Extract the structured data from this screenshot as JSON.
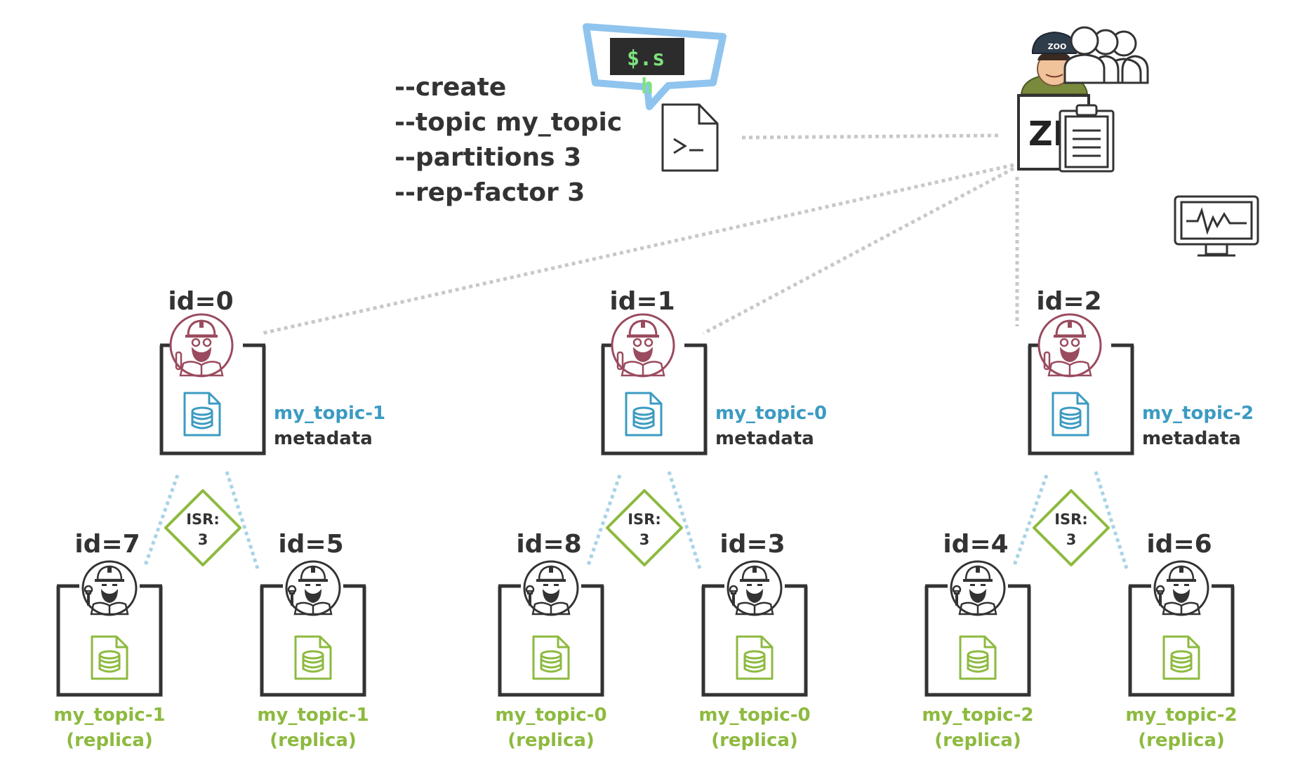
{
  "command": {
    "prompt": "$.s",
    "prompt_overflow": "h",
    "lines": [
      "--create",
      "--topic my_topic",
      "--partitions 3",
      "--rep-factor 3"
    ]
  },
  "zookeeper": {
    "label": "ZK",
    "cap_text": "ZOO"
  },
  "brokers": [
    {
      "id_label": "id=0",
      "topic": "my_topic-1",
      "meta": "metadata",
      "isr": {
        "title": "ISR:",
        "value": "3"
      },
      "replicas": [
        {
          "id_label": "id=7",
          "topic": "my_topic-1",
          "suffix": "(replica)"
        },
        {
          "id_label": "id=5",
          "topic": "my_topic-1",
          "suffix": "(replica)"
        }
      ]
    },
    {
      "id_label": "id=1",
      "topic": "my_topic-0",
      "meta": "metadata",
      "isr": {
        "title": "ISR:",
        "value": "3"
      },
      "replicas": [
        {
          "id_label": "id=8",
          "topic": "my_topic-0",
          "suffix": "(replica)"
        },
        {
          "id_label": "id=3",
          "topic": "my_topic-0",
          "suffix": "(replica)"
        }
      ]
    },
    {
      "id_label": "id=2",
      "topic": "my_topic-2",
      "meta": "metadata",
      "isr": {
        "title": "ISR:",
        "value": "3"
      },
      "replicas": [
        {
          "id_label": "id=4",
          "topic": "my_topic-2",
          "suffix": "(replica)"
        },
        {
          "id_label": "id=6",
          "topic": "my_topic-2",
          "suffix": "(replica)"
        }
      ]
    }
  ],
  "side_icons": [
    "users-icon",
    "clipboard-icon",
    "monitor-icon"
  ],
  "colors": {
    "leader_accent": "#9a4b5e",
    "leader_doc": "#3b9bc2",
    "replica_doc": "#8dba3f",
    "box_stroke": "#333333",
    "link_gray": "#c8c8c8",
    "link_blue": "#a8d4e6",
    "speech_bubble": "#8fc4ee"
  }
}
